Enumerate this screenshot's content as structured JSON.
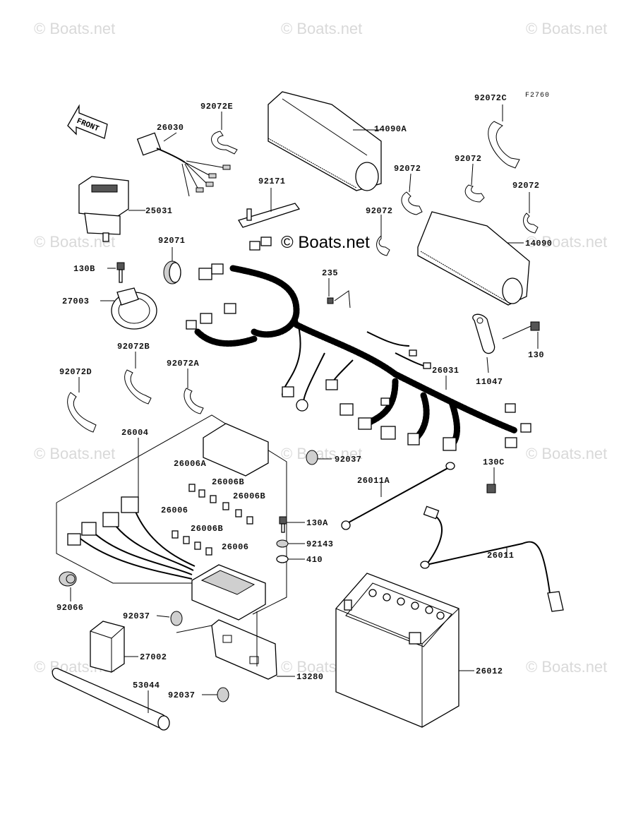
{
  "diagram_code": "F2760",
  "front_label": "FRONT",
  "watermark": "© Boats.net",
  "watermark_main": "© Boats.net",
  "parts": {
    "p26030": "26030",
    "p92072E": "92072E",
    "p14090A": "14090A",
    "p92072C": "92072C",
    "p92072_a": "92072",
    "p92072_b": "92072",
    "p92072_c": "92072",
    "p92072_d": "92072",
    "p92171": "92171",
    "p25031": "25031",
    "p14090": "14090",
    "p92071": "92071",
    "p130B": "130B",
    "p235": "235",
    "p27003": "27003",
    "p92072B": "92072B",
    "p130": "130",
    "p92072A": "92072A",
    "p92072D": "92072D",
    "p26031": "26031",
    "p11047": "11047",
    "p26004": "26004",
    "p92037_a": "92037",
    "p26006A": "26006A",
    "p130C": "130C",
    "p26006B_a": "26006B",
    "p26011A": "26011A",
    "p26006B_b": "26006B",
    "p26006_a": "26006",
    "p26006B_c": "26006B",
    "p130A": "130A",
    "p26006_b": "26006",
    "p92143": "92143",
    "p410": "410",
    "p26011": "26011",
    "p92066": "92066",
    "p92037_b": "92037",
    "p27002": "27002",
    "p13280": "13280",
    "p26012": "26012",
    "p53044": "53044",
    "p92037_c": "92037"
  }
}
